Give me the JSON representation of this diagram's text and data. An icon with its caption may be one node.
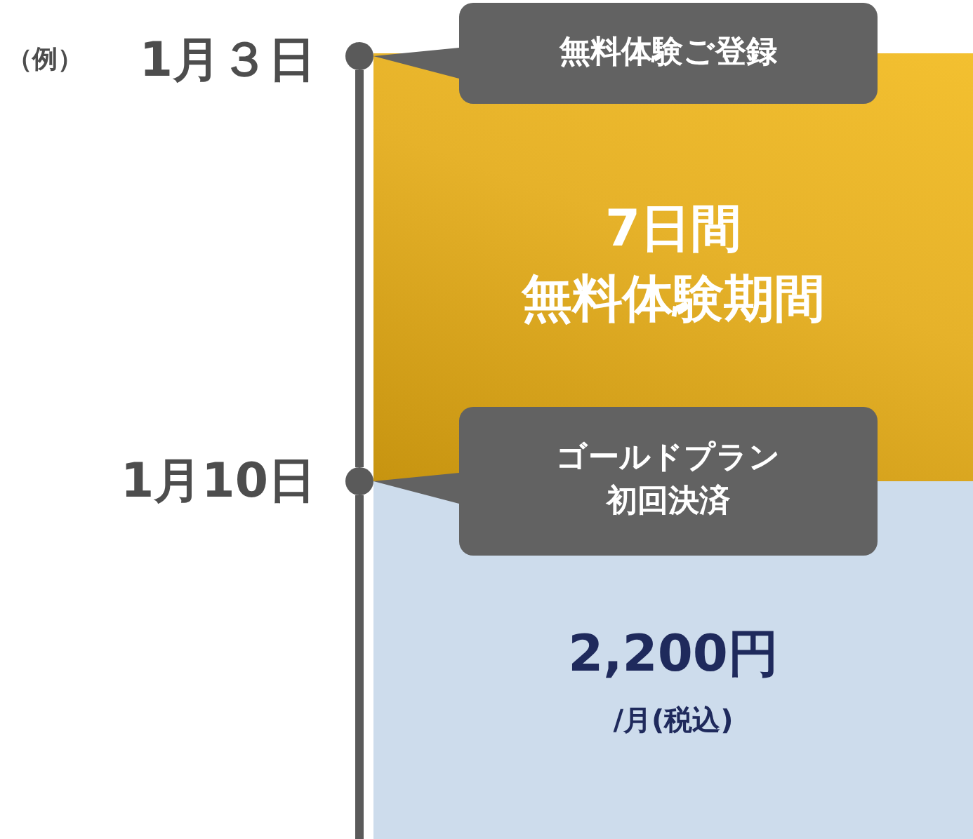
{
  "diagram": {
    "nodes": [
      {
        "text": [
          "1月３日"
        ],
        "beside": [
          "（例）"
        ]
      },
      {
        "text": [],
        "shape": "circle"
      },
      {
        "text": [
          "無料体験ご登録"
        ]
      },
      {
        "text": [
          "7日間",
          "無料体験期間"
        ]
      },
      {
        "text": [
          "1月10日"
        ]
      },
      {
        "text": [],
        "shape": "circle"
      },
      {
        "text": [
          "ゴールドプラン初回決済"
        ]
      },
      {
        "text": [
          "2,200円",
          "/月(税込)"
        ]
      }
    ],
    "edges": [
      {
        "from": 2,
        "to": 1,
        "arrow": "none"
      },
      {
        "from": 6,
        "to": 5,
        "arrow": "none"
      },
      {
        "from": 1,
        "to": 5,
        "arrow": "none"
      }
    ]
  }
}
